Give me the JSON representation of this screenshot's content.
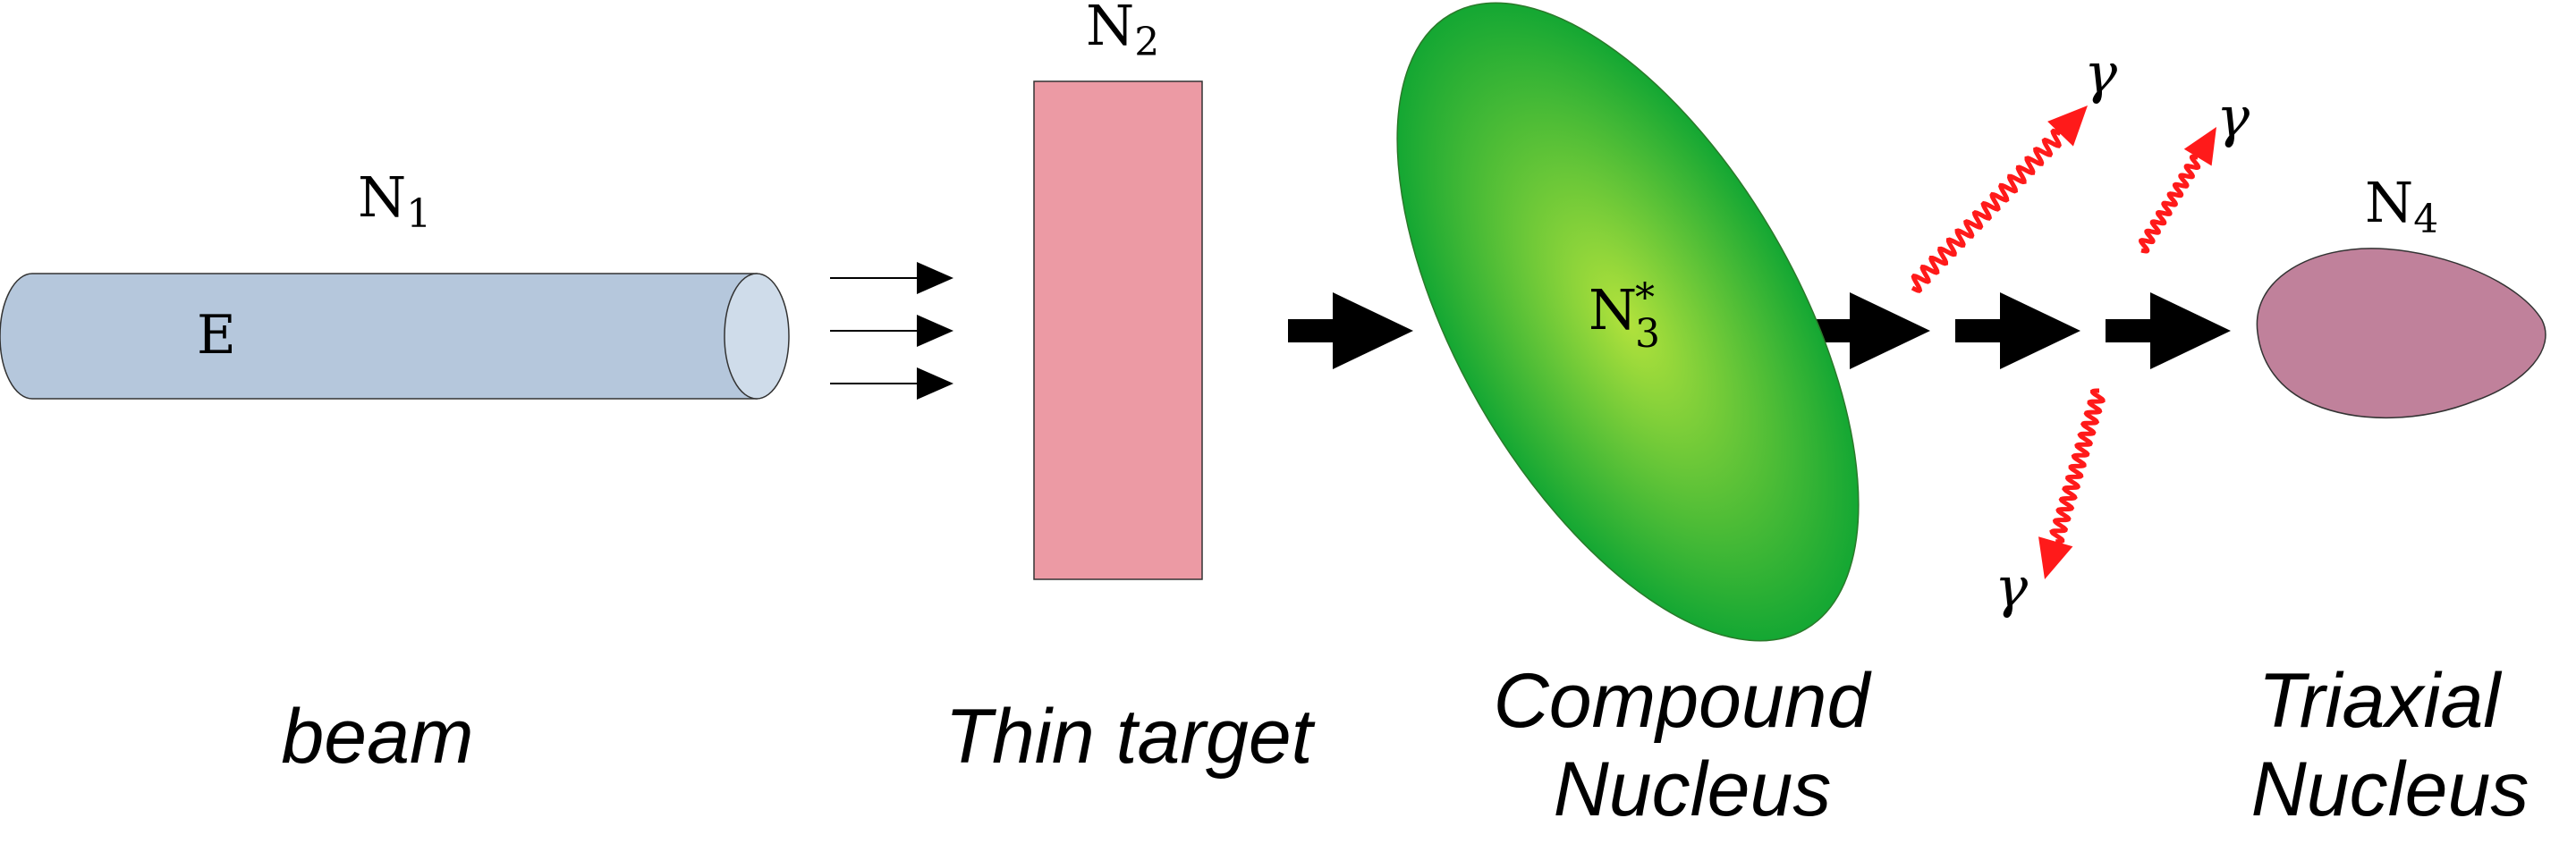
{
  "colors": {
    "beam_fill": "#b5c7dc",
    "beam_end_fill": "#cfdcea",
    "target_fill": "#ec9aa4",
    "compound_center": "#b2e23c",
    "compound_edge": "#14a733",
    "final_nucleus_fill": "#c0819b",
    "gamma_red": "#ff1a1a",
    "arrow_black": "#000000"
  },
  "beam": {
    "symbol_base": "N",
    "symbol_sub": "1",
    "energy_label": "E",
    "caption": "beam"
  },
  "target": {
    "symbol_base": "N",
    "symbol_sub": "2",
    "caption": "Thin target"
  },
  "compound": {
    "symbol_base": "N",
    "symbol_sub": "3",
    "symbol_sup": "*",
    "caption_line1": "Compound",
    "caption_line2": "Nucleus"
  },
  "gammas": [
    {
      "label": "γ"
    },
    {
      "label": "γ"
    },
    {
      "label": "γ"
    }
  ],
  "final": {
    "symbol_base": "N",
    "symbol_sub": "4",
    "caption_line1": "Triaxial",
    "caption_line2": "Nucleus"
  },
  "icons": {
    "beam": "cylinder-icon",
    "target": "rectangle-icon",
    "compound": "ellipse-icon",
    "final": "egg-shape-icon",
    "flow": "arrow-right-icon",
    "gamma": "wavy-arrow-icon"
  }
}
